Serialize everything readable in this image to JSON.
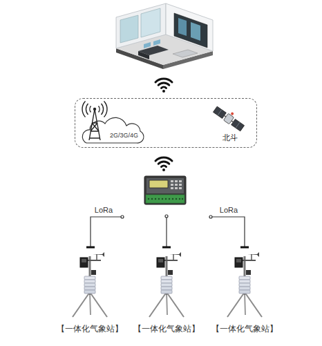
{
  "diagram": {
    "nodes": [
      {
        "text": [
          "2G/3G/4G",
          "北斗"
        ]
      },
      {
        "text": [
          "【一体化气象站】"
        ]
      },
      {
        "text": [
          "【一体化气象站】"
        ]
      },
      {
        "text": [
          "【一体化气象站】"
        ]
      }
    ],
    "labels": [
      "LoRa",
      "LoRa"
    ]
  }
}
